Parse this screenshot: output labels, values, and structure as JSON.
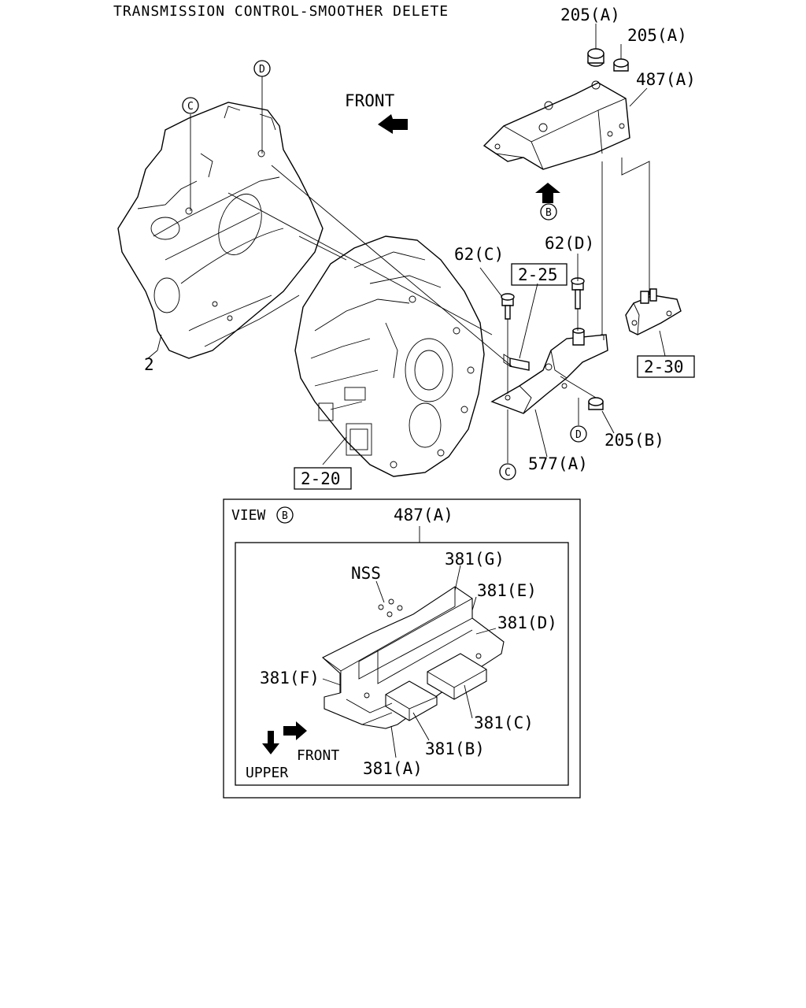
{
  "title": "TRANSMISSION CONTROL-SMOOTHER DELETE",
  "front_label": "FRONT",
  "view_b": {
    "view_label": "VIEW",
    "view_letter": "B",
    "part_487a": "487(A)",
    "nss": "NSS",
    "parts": {
      "g": "381(G)",
      "e": "381(E)",
      "d": "381(D)",
      "f": "381(F)",
      "c": "381(C)",
      "b": "381(B)",
      "a": "381(A)"
    },
    "front_label": "FRONT",
    "upper_label": "UPPER"
  },
  "callouts": {
    "p205a_1": "205(A)",
    "p205a_2": "205(A)",
    "p487a": "487(A)",
    "p62c": "62(C)",
    "p62d": "62(D)",
    "ref_2_25": "2-25",
    "ref_2_30": "2-30",
    "ref_2_20": "2-20",
    "p2": "2",
    "p205b": "205(B)",
    "p577a": "577(A)"
  },
  "circle_markers": {
    "c_top": "C",
    "d_top": "D",
    "b_arrow": "B",
    "d_bottom": "D",
    "c_bottom": "C"
  }
}
